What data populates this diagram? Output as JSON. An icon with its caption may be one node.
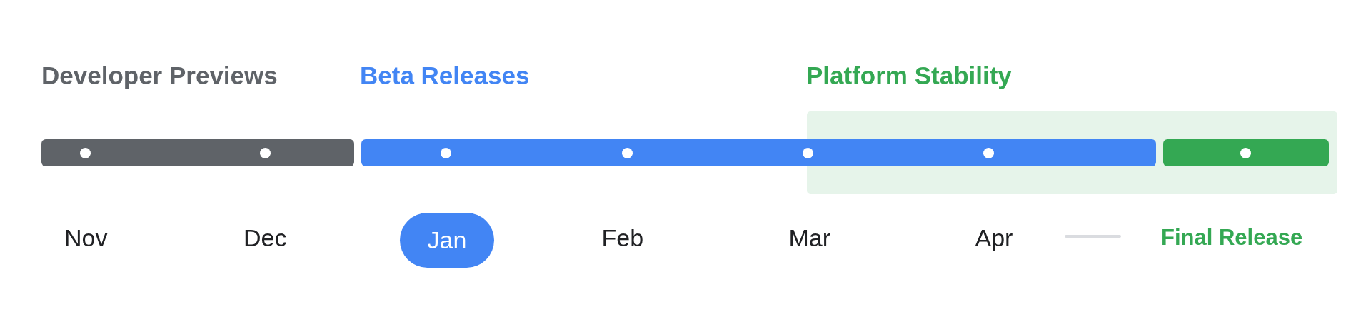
{
  "diagram": {
    "nodes": [
      {
        "text": [
          "Developer Previews"
        ]
      },
      {
        "text": [
          "Beta Releases"
        ]
      },
      {
        "text": [
          "Platform Stability"
        ]
      },
      {
        "text": [],
        "shape": "bar",
        "in": 2
      },
      {
        "text": [
          "Jan"
        ]
      }
    ],
    "labels": [
      "Nov",
      "Dec",
      "Feb",
      "Mar",
      "Apr",
      "Final Release"
    ]
  }
}
